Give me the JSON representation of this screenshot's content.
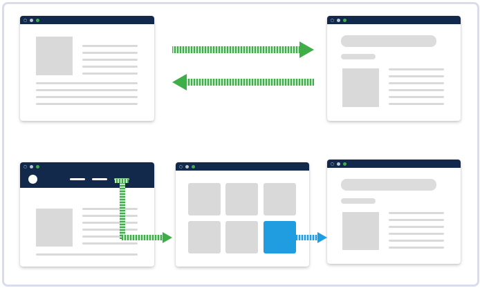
{
  "colors": {
    "titlebar": "#13294b",
    "placeholder": "#d9d9d9",
    "green_arrow": "#3fae49",
    "blue_arrow": "#209ce0",
    "active_tile": "#209ce0",
    "frame_border": "#d8dcec"
  },
  "icons": [
    "gear-icon",
    "window-dot-icon",
    "avatar-icon",
    "arrow-right-icon",
    "arrow-left-icon"
  ],
  "windows": [
    {
      "name": "source-page-window",
      "role": "article-page"
    },
    {
      "name": "target-page-window",
      "role": "landing-page"
    },
    {
      "name": "homepage-window",
      "role": "homepage-with-nav"
    },
    {
      "name": "category-grid-window",
      "role": "grid-page",
      "tiles": 6,
      "active_tile": 6
    },
    {
      "name": "detail-page-window",
      "role": "landing-page"
    }
  ]
}
